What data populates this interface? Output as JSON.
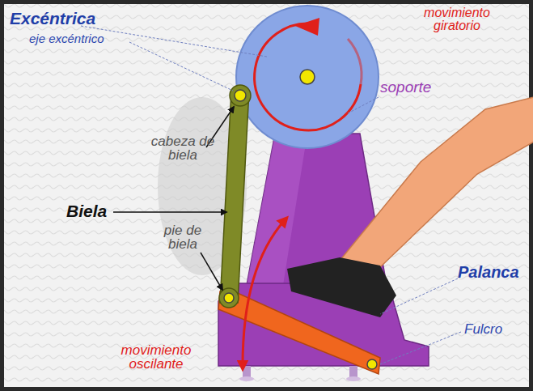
{
  "diagram": {
    "labels": [
      "Excéntrica",
      "movimiento giratorio",
      "eje excéntrico",
      "soporte",
      "cabeza de biela",
      "Biela",
      "pie de biela",
      "Palanca",
      "movimiento oscilante",
      "Fulcro"
    ]
  }
}
